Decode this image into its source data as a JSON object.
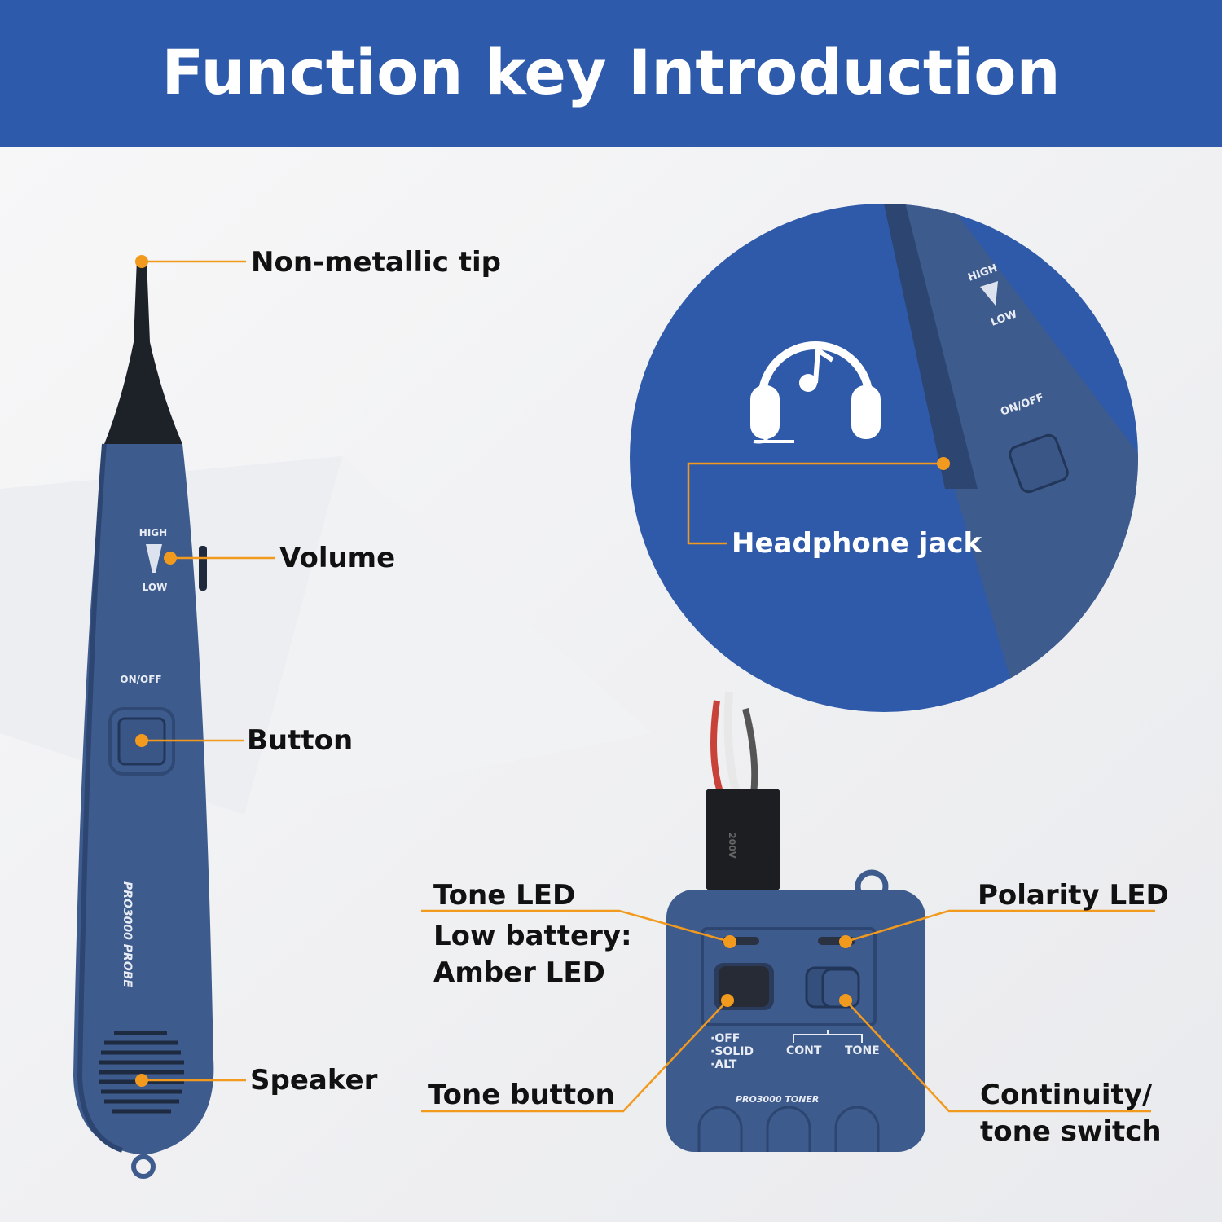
{
  "banner": {
    "title": "Function key Introduction"
  },
  "colors": {
    "banner": "#2d5aab",
    "accent": "#f29a1e",
    "device": "#3e5b8d",
    "circle": "#2f5aa9"
  },
  "probe": {
    "labels": {
      "tip": "Non-metallic tip",
      "volume": "Volume",
      "button": "Button",
      "speaker": "Speaker"
    },
    "printed": {
      "high": "HIGH",
      "low": "LOW",
      "onoff": "ON/OFF",
      "model": "PRO3000 PROBE"
    }
  },
  "inset": {
    "label": "Headphone jack",
    "icon": "headphones-music-icon",
    "printed": {
      "high": "HIGH",
      "low": "LOW",
      "onoff": "ON/OFF"
    }
  },
  "toner": {
    "labels": {
      "tone_led": "Tone LED",
      "low_battery_1": "Low battery:",
      "low_battery_2": "Amber LED",
      "polarity_led": "Polarity LED",
      "tone_button": "Tone button",
      "switch_1": "Continuity/",
      "switch_2": "tone switch"
    },
    "printed": {
      "off": "·OFF",
      "solid": "·SOLID",
      "alt": "·ALT",
      "cont": "CONT",
      "tone": "TONE",
      "model": "PRO3000 TONER",
      "voltage": "200V"
    }
  }
}
